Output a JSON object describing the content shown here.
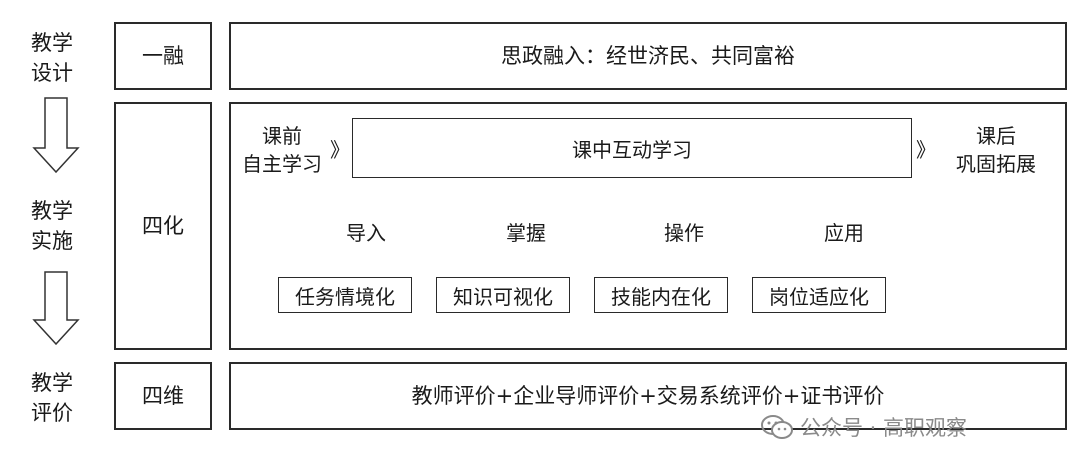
{
  "stages": {
    "design": "教学\n设计",
    "implement": "教学\n实施",
    "evaluate": "教学\n评价"
  },
  "labels": {
    "one_fusion": "一融",
    "four_transform": "四化",
    "four_dimension": "四维"
  },
  "rows": {
    "top": "思政融入：经世济民、共同富裕",
    "bottom": "教师评价+企业导师评价+交易系统评价+证书评价"
  },
  "middle": {
    "pre_class": "课前\n自主学习",
    "in_class": "课中互动学习",
    "post_class": "课后\n巩固拓展",
    "chevron": "》",
    "steps": [
      "导入",
      "掌握",
      "操作",
      "应用"
    ],
    "outcomes": [
      "任务情境化",
      "知识可视化",
      "技能内在化",
      "岗位适应化"
    ]
  },
  "watermark": {
    "text": "公众号 · 高职观察",
    "icon": "wechat-icon"
  }
}
